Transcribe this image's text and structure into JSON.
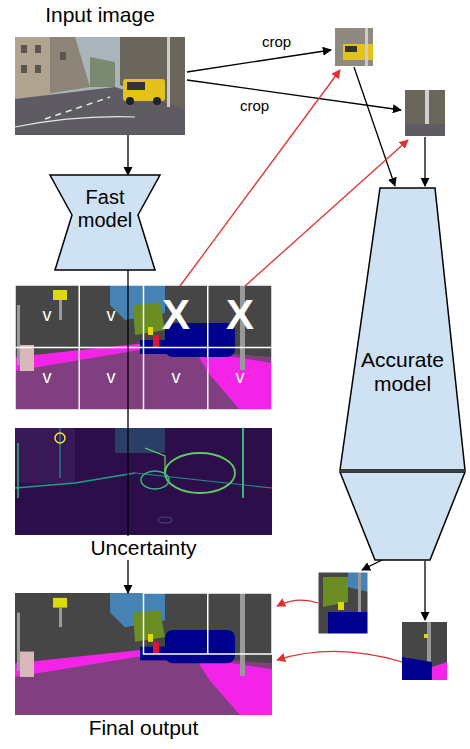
{
  "diagram": {
    "nodes": [
      {
        "text": [
          "Input image"
        ]
      },
      {
        "text": [
          "Fast model"
        ]
      },
      {
        "text": [
          "Accurate model"
        ]
      },
      {
        "text": [
          "v",
          "v",
          "X",
          "X",
          "v",
          "v",
          "v",
          "v"
        ]
      },
      {
        "text": [
          "Uncertainty"
        ]
      },
      {
        "text": [
          "Final output"
        ]
      }
    ],
    "edges": [
      {
        "from": 0,
        "to": 1,
        "arrow": "to"
      },
      {
        "from": 1,
        "to": 5,
        "arrow": "to"
      }
    ],
    "labels": [
      "crop",
      "crop"
    ]
  }
}
